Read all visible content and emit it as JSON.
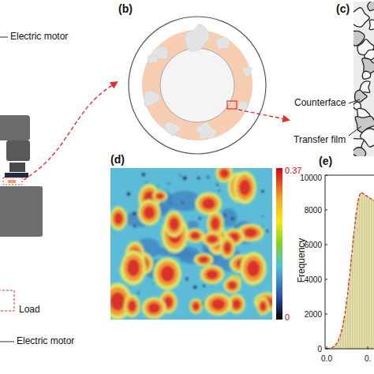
{
  "diagram": {
    "labels": [
      "(b)",
      "(c)",
      "Electric motor",
      "Counterface",
      "Transfer film",
      "(d)",
      "0.37",
      "(e)",
      "10000",
      "8000",
      "6000",
      "4000",
      "2000",
      "0",
      "Frequency",
      "Load",
      "0",
      "Electric motor",
      "0.0",
      "0."
    ]
  }
}
